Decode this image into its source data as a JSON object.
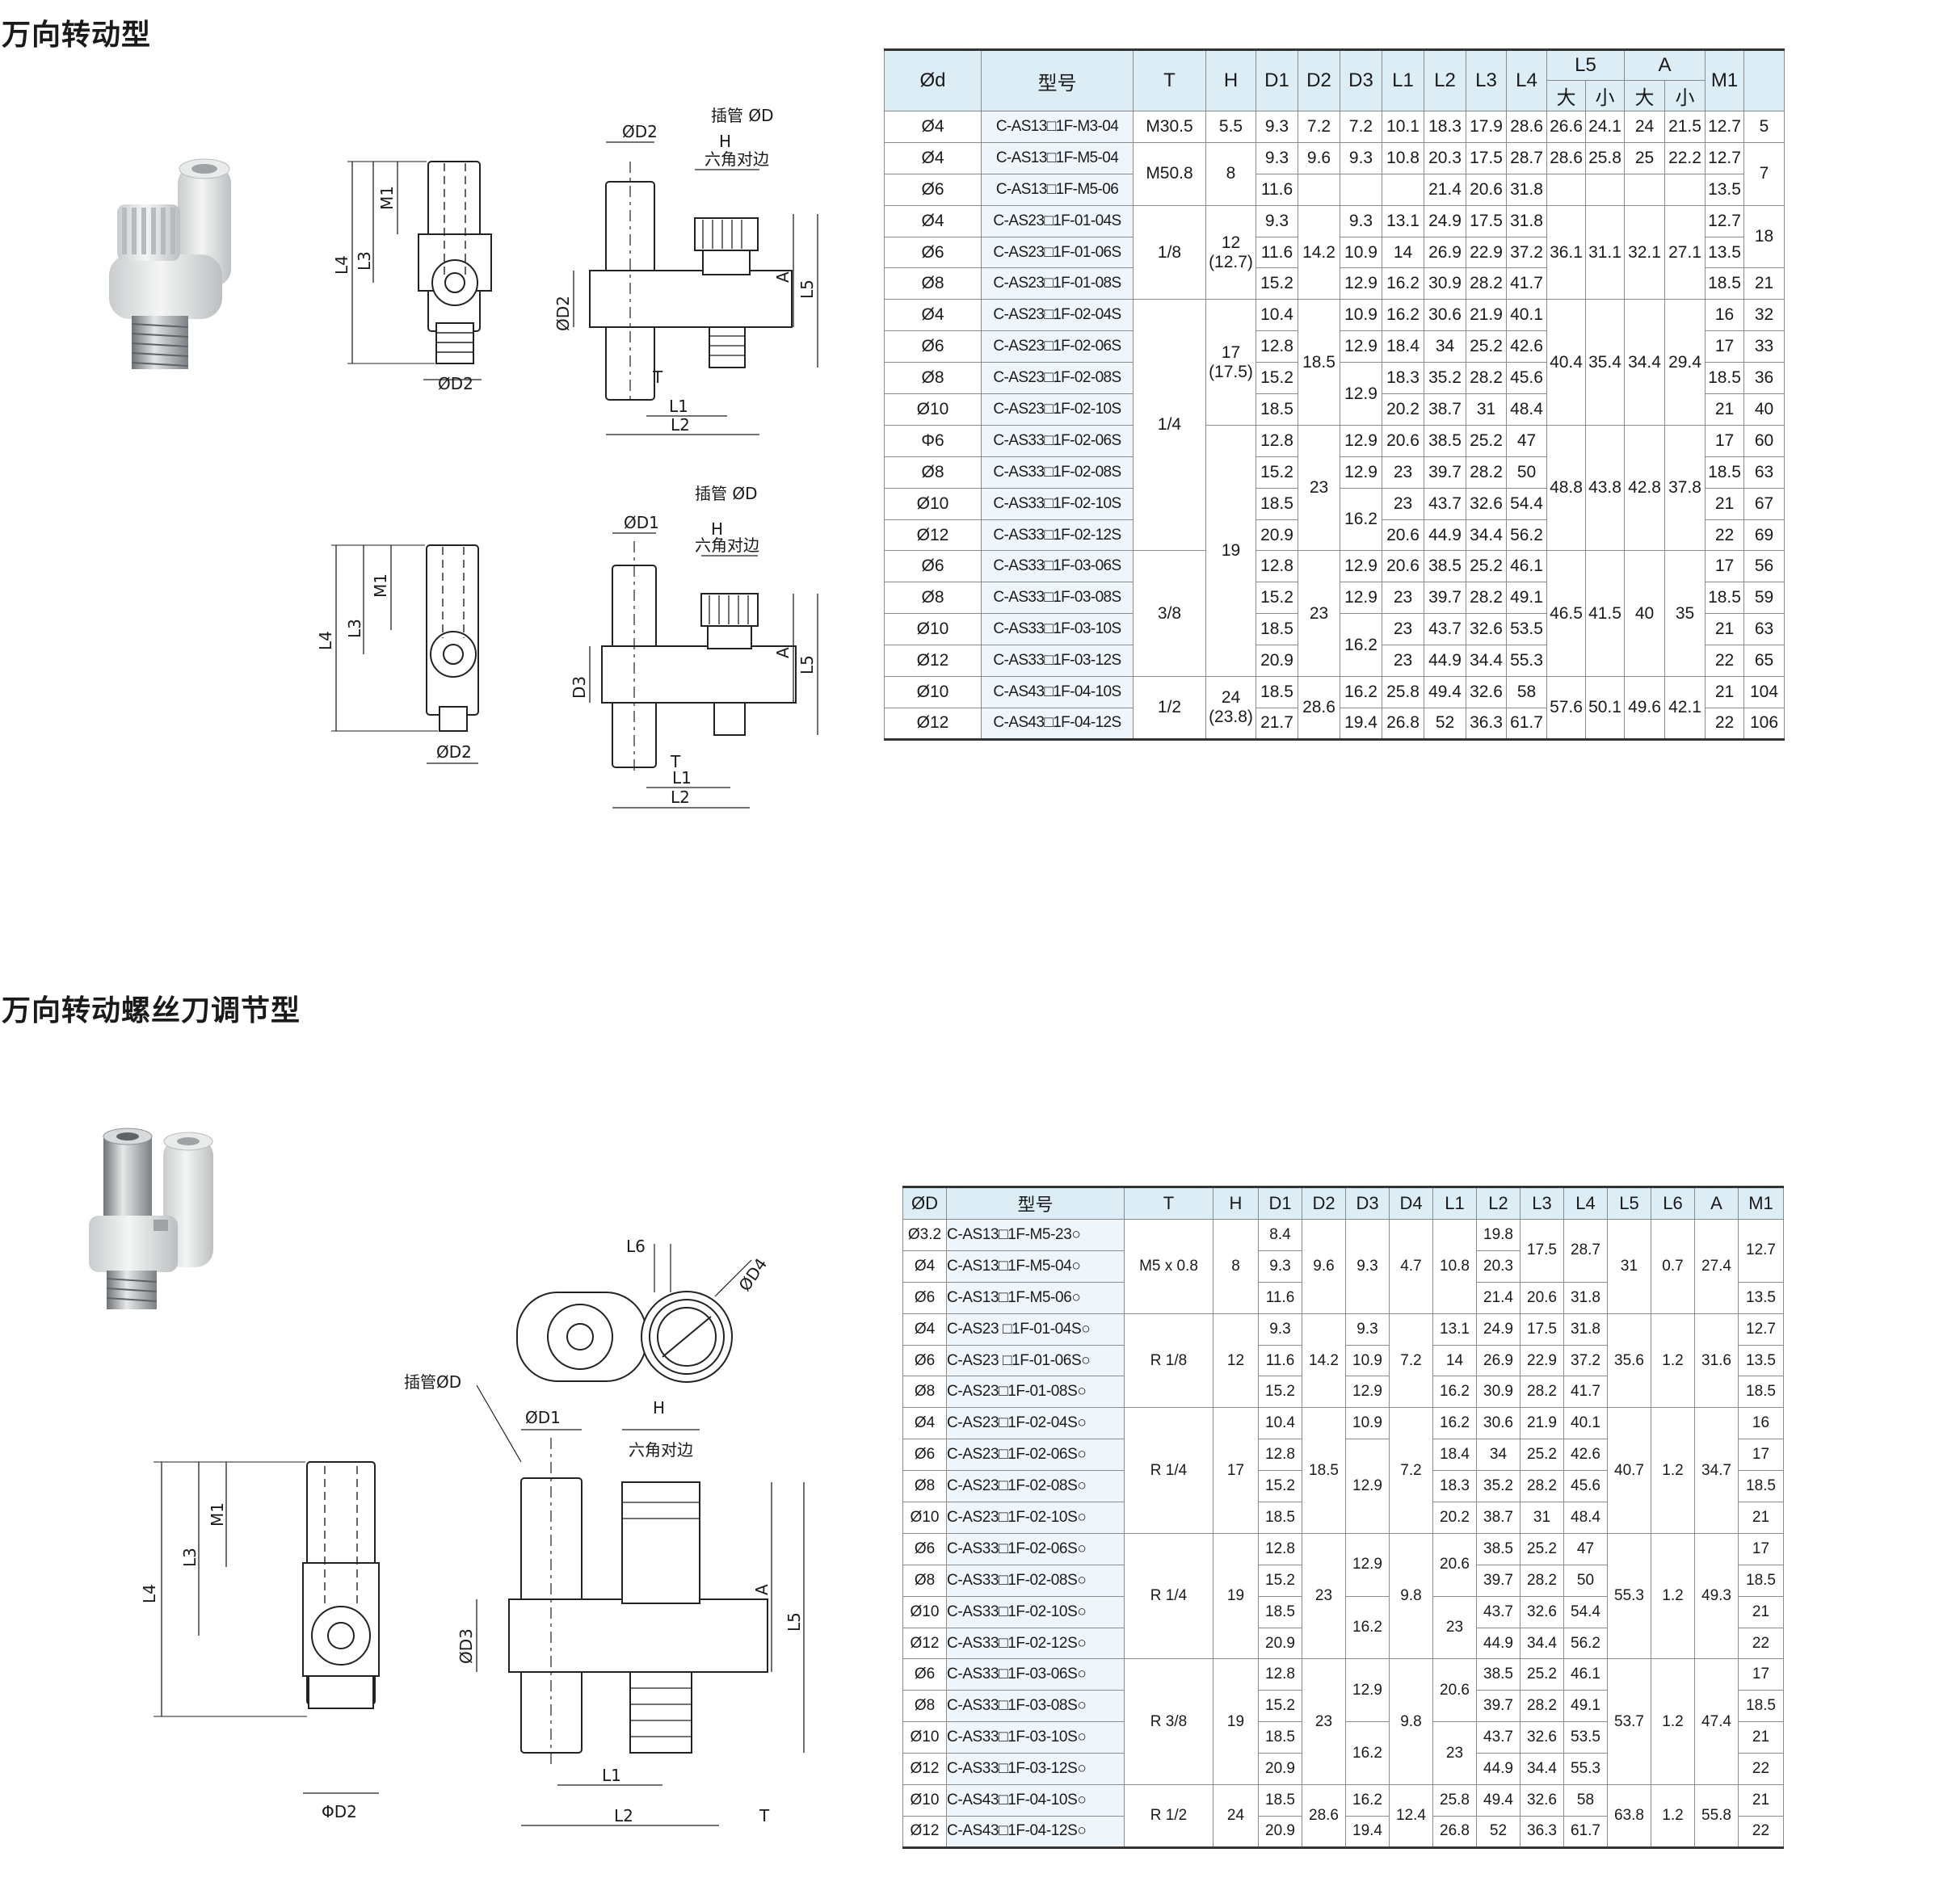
{
  "section1": {
    "title": "万向转动型",
    "drawing_labels": {
      "insert_tube": "插管 ØD",
      "hex_flats": "六角对边",
      "d1": "ØD1",
      "d2": "ØD2",
      "d3": "D3",
      "h": "H",
      "a": "A",
      "t": "T",
      "l1": "L1",
      "l2": "L2",
      "l3": "L3",
      "l4": "L4",
      "l5": "L5",
      "m1": "M1"
    },
    "table": {
      "headers": {
        "od": "Ød",
        "model": "型号",
        "t": "T",
        "h": "H",
        "d1": "D1",
        "d2": "D2",
        "d3": "D3",
        "l1": "L1",
        "l2": "L2",
        "l3": "L3",
        "l4": "L4",
        "l5": "L5",
        "a": "A",
        "m1": "M1",
        "big": "大",
        "small": "小"
      },
      "rows": [
        [
          "Ø4",
          "C-AS13□1F-M3-04",
          "M30.5",
          "5.5",
          "9.3",
          "7.2",
          "7.2",
          "10.1",
          "18.3",
          "17.9",
          "28.6",
          "26.6",
          "24.1",
          "24",
          "21.5",
          "12.7",
          "5"
        ],
        [
          "Ø4",
          "C-AS13□1F-M5-04",
          "M50.8",
          "8",
          "9.3",
          "9.6",
          "9.3",
          "10.8",
          "20.3",
          "17.5",
          "28.7",
          "28.6",
          "25.8",
          "25",
          "22.2",
          "12.7",
          "7"
        ],
        [
          "Ø6",
          "C-AS13□1F-M5-06",
          "M50.8",
          "",
          "11.6",
          "",
          "",
          "",
          "21.4",
          "20.6",
          "31.8",
          "",
          "",
          "",
          "",
          "13.5",
          ""
        ],
        [
          "Ø4",
          "C-AS23□1F-01-04S",
          "1/8",
          "12|(12.7)",
          "9.3",
          "14.2",
          "9.3",
          "13.1",
          "24.9",
          "17.5",
          "31.8",
          "36.1",
          "31.1",
          "32.1",
          "27.1",
          "12.7",
          "18"
        ],
        [
          "Ø6",
          "C-AS23□1F-01-06S",
          "",
          "",
          "11.6",
          "",
          "10.9",
          "14",
          "26.9",
          "22.9",
          "37.2",
          "",
          "",
          "",
          "",
          "13.5",
          ""
        ],
        [
          "Ø8",
          "C-AS23□1F-01-08S",
          "",
          "",
          "15.2",
          "",
          "12.9",
          "16.2",
          "30.9",
          "28.2",
          "41.7",
          "",
          "",
          "",
          "",
          "18.5",
          "21"
        ],
        [
          "Ø4",
          "C-AS23□1F-02-04S",
          "1/4",
          "17|(17.5)",
          "10.4",
          "18.5",
          "10.9",
          "16.2",
          "30.6",
          "21.9",
          "40.1",
          "40.4",
          "35.4",
          "34.4",
          "29.4",
          "16",
          "32"
        ],
        [
          "Ø6",
          "C-AS23□1F-02-06S",
          "",
          "",
          "12.8",
          "",
          "12.9",
          "18.4",
          "34",
          "25.2",
          "42.6",
          "",
          "",
          "",
          "",
          "17",
          "33"
        ],
        [
          "Ø8",
          "C-AS23□1F-02-08S",
          "",
          "",
          "15.2",
          "",
          "12.9",
          "18.3",
          "35.2",
          "28.2",
          "45.6",
          "",
          "",
          "",
          "",
          "18.5",
          "36"
        ],
        [
          "Ø10",
          "C-AS23□1F-02-10S",
          "",
          "",
          "18.5",
          "",
          "",
          "20.2",
          "38.7",
          "31",
          "48.4",
          "",
          "",
          "",
          "",
          "21",
          "40"
        ],
        [
          "Φ6",
          "C-AS33□1F-02-06S",
          "",
          "19",
          "12.8",
          "23",
          "12.9",
          "20.6",
          "38.5",
          "25.2",
          "47",
          "48.8",
          "43.8",
          "42.8",
          "37.8",
          "17",
          "60"
        ],
        [
          "Ø8",
          "C-AS33□1F-02-08S",
          "",
          "",
          "15.2",
          "",
          "12.9",
          "23",
          "39.7",
          "28.2",
          "50",
          "",
          "",
          "",
          "",
          "18.5",
          "63"
        ],
        [
          "Ø10",
          "C-AS33□1F-02-10S",
          "",
          "",
          "18.5",
          "",
          "16.2",
          "23",
          "43.7",
          "32.6",
          "54.4",
          "",
          "",
          "",
          "",
          "21",
          "67"
        ],
        [
          "Ø12",
          "C-AS33□1F-02-12S",
          "",
          "",
          "20.9",
          "",
          "",
          "20.6",
          "44.9",
          "34.4",
          "56.2",
          "",
          "",
          "",
          "",
          "22",
          "69"
        ],
        [
          "Ø6",
          "C-AS33□1F-03-06S",
          "3/8",
          "",
          "12.8",
          "23",
          "12.9",
          "20.6",
          "38.5",
          "25.2",
          "46.1",
          "46.5",
          "41.5",
          "40",
          "35",
          "17",
          "56"
        ],
        [
          "Ø8",
          "C-AS33□1F-03-08S",
          "",
          "",
          "15.2",
          "",
          "12.9",
          "23",
          "39.7",
          "28.2",
          "49.1",
          "",
          "",
          "",
          "",
          "18.5",
          "59"
        ],
        [
          "Ø10",
          "C-AS33□1F-03-10S",
          "",
          "",
          "18.5",
          "",
          "16.2",
          "23",
          "43.7",
          "32.6",
          "53.5",
          "",
          "",
          "",
          "",
          "21",
          "63"
        ],
        [
          "Ø12",
          "C-AS33□1F-03-12S",
          "",
          "",
          "20.9",
          "",
          "",
          "23",
          "44.9",
          "34.4",
          "55.3",
          "",
          "",
          "",
          "",
          "22",
          "65"
        ],
        [
          "Ø10",
          "C-AS43□1F-04-10S",
          "1/2",
          "24|(23.8)",
          "18.5",
          "28.6",
          "16.2",
          "25.8",
          "49.4",
          "32.6",
          "58",
          "57.6",
          "50.1",
          "49.6",
          "42.1",
          "21",
          "104"
        ],
        [
          "Ø12",
          "C-AS43□1F-04-12S",
          "",
          "",
          "21.7",
          "",
          "19.4",
          "26.8",
          "52",
          "36.3",
          "61.7",
          "",
          "",
          "",
          "",
          "22",
          "106"
        ]
      ]
    }
  },
  "section2": {
    "title": "万向转动螺丝刀调节型",
    "drawing_labels": {
      "insert_tube": "插管ØD",
      "hex_flats": "六角对边",
      "d1": "ØD1",
      "d2": "ΦD2",
      "d3": "ØD3",
      "d4": "ØD4",
      "h": "H",
      "a": "A",
      "t": "T",
      "l1": "L1",
      "l2": "L2",
      "l3": "L3",
      "l4": "L4",
      "l5": "L5",
      "l6": "L6",
      "m1": "M1"
    },
    "table": {
      "headers": {
        "od": "ØD",
        "model": "型号",
        "t": "T",
        "h": "H",
        "d1": "D1",
        "d2": "D2",
        "d3": "D3",
        "d4": "D4",
        "l1": "L1",
        "l2": "L2",
        "l3": "L3",
        "l4": "L4",
        "l5": "L5",
        "l6": "L6",
        "a": "A",
        "m1": "M1"
      },
      "rows": [
        [
          "Ø3.2",
          "C-AS13□1F-M5-23○",
          "M5 x 0.8",
          "8",
          "8.4",
          "9.6",
          "9.3",
          "4.7",
          "10.8",
          "19.8",
          "17.5",
          "28.7",
          "31",
          "0.7",
          "27.4",
          "12.7"
        ],
        [
          "Ø4",
          "C-AS13□1F-M5-04○",
          "",
          "",
          "9.3",
          "",
          "",
          "",
          "",
          "20.3",
          "",
          "",
          "",
          "",
          "",
          ""
        ],
        [
          "Ø6",
          "C-AS13□1F-M5-06○",
          "",
          "",
          "11.6",
          "",
          "",
          "",
          "",
          "21.4",
          "20.6",
          "31.8",
          "",
          "",
          "",
          "13.5"
        ],
        [
          "Ø4",
          "C-AS23 □1F-01-04S○",
          "R 1/8",
          "12",
          "9.3",
          "14.2",
          "9.3",
          "7.2",
          "13.1",
          "24.9",
          "17.5",
          "31.8",
          "35.6",
          "1.2",
          "31.6",
          "12.7"
        ],
        [
          "Ø6",
          "C-AS23 □1F-01-06S○",
          "",
          "",
          "11.6",
          "",
          "10.9",
          "",
          "14",
          "26.9",
          "22.9",
          "37.2",
          "",
          "",
          "",
          "13.5"
        ],
        [
          "Ø8",
          "C-AS23□1F-01-08S○",
          "",
          "",
          "15.2",
          "",
          "12.9",
          "",
          "16.2",
          "30.9",
          "28.2",
          "41.7",
          "",
          "",
          "",
          "18.5"
        ],
        [
          "Ø4",
          "C-AS23□1F-02-04S○",
          "R 1/4",
          "17",
          "10.4",
          "18.5",
          "10.9",
          "7.2",
          "16.2",
          "30.6",
          "21.9",
          "40.1",
          "40.7",
          "1.2",
          "34.7",
          "16"
        ],
        [
          "Ø6",
          "C-AS23□1F-02-06S○",
          "",
          "",
          "12.8",
          "",
          "12.9",
          "",
          "18.4",
          "34",
          "25.2",
          "42.6",
          "",
          "",
          "",
          "17"
        ],
        [
          "Ø8",
          "C-AS23□1F-02-08S○",
          "",
          "",
          "15.2",
          "",
          "",
          "",
          "18.3",
          "35.2",
          "28.2",
          "45.6",
          "",
          "",
          "",
          "18.5"
        ],
        [
          "Ø10",
          "C-AS23□1F-02-10S○",
          "",
          "",
          "18.5",
          "",
          "",
          "",
          "20.2",
          "38.7",
          "31",
          "48.4",
          "",
          "",
          "",
          "21"
        ],
        [
          "Ø6",
          "C-AS33□1F-02-06S○",
          "R 1/4",
          "19",
          "12.8",
          "23",
          "12.9",
          "9.8",
          "20.6",
          "38.5",
          "25.2",
          "47",
          "55.3",
          "1.2",
          "49.3",
          "17"
        ],
        [
          "Ø8",
          "C-AS33□1F-02-08S○",
          "",
          "",
          "15.2",
          "",
          "",
          "",
          "",
          "39.7",
          "28.2",
          "50",
          "",
          "",
          "",
          "18.5"
        ],
        [
          "Ø10",
          "C-AS33□1F-02-10S○",
          "",
          "",
          "18.5",
          "",
          "16.2",
          "",
          "23",
          "43.7",
          "32.6",
          "54.4",
          "",
          "",
          "",
          "21"
        ],
        [
          "Ø12",
          "C-AS33□1F-02-12S○",
          "",
          "",
          "20.9",
          "",
          "",
          "",
          "",
          "44.9",
          "34.4",
          "56.2",
          "",
          "",
          "",
          "22"
        ],
        [
          "Ø6",
          "C-AS33□1F-03-06S○",
          "R 3/8",
          "19",
          "12.8",
          "23",
          "12.9",
          "9.8",
          "20.6",
          "38.5",
          "25.2",
          "46.1",
          "53.7",
          "1.2",
          "47.4",
          "17"
        ],
        [
          "Ø8",
          "C-AS33□1F-03-08S○",
          "",
          "",
          "15.2",
          "",
          "",
          "",
          "",
          "39.7",
          "28.2",
          "49.1",
          "",
          "",
          "",
          "18.5"
        ],
        [
          "Ø10",
          "C-AS33□1F-03-10S○",
          "",
          "",
          "18.5",
          "",
          "16.2",
          "",
          "23",
          "43.7",
          "32.6",
          "53.5",
          "",
          "",
          "",
          "21"
        ],
        [
          "Ø12",
          "C-AS33□1F-03-12S○",
          "",
          "",
          "20.9",
          "",
          "",
          "",
          "",
          "44.9",
          "34.4",
          "55.3",
          "",
          "",
          "",
          "22"
        ],
        [
          "Ø10",
          "C-AS43□1F-04-10S○",
          "R 1/2",
          "24",
          "18.5",
          "28.6",
          "16.2",
          "12.4",
          "25.8",
          "49.4",
          "32.6",
          "58",
          "63.8",
          "1.2",
          "55.8",
          "21"
        ],
        [
          "Ø12",
          "C-AS43□1F-04-12S○",
          "",
          "",
          "20.9",
          "",
          "19.4",
          "",
          "26.8",
          "52",
          "36.3",
          "61.7",
          "",
          "",
          "",
          "22"
        ]
      ]
    }
  }
}
